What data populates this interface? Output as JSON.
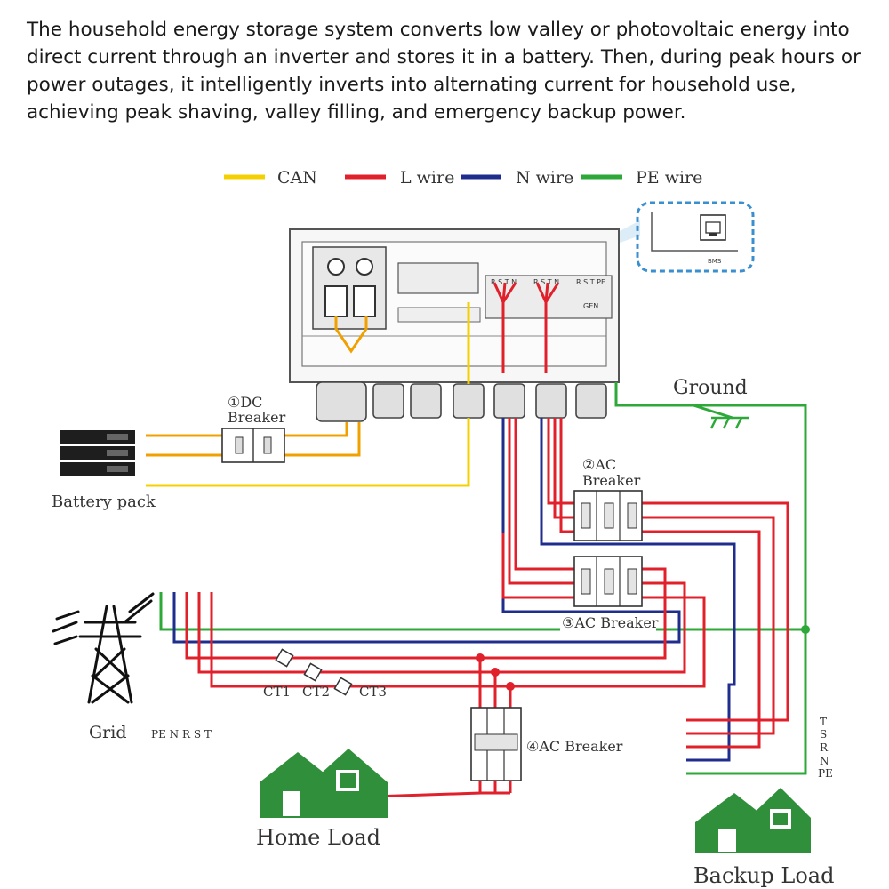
{
  "intro_text": "The household energy storage system converts low valley or photovoltaic energy into direct current through an inverter and stores it in a battery. Then, during peak hours or power outages, it intelligently inverts into alternating current for household use, achieving peak shaving, valley filling, and emergency backup power.",
  "legend": [
    {
      "label": "CAN",
      "color": "#f5d000"
    },
    {
      "label": "L wire",
      "color": "#e0202a"
    },
    {
      "label": "N wire",
      "color": "#1f2e8c"
    },
    {
      "label": "PE wire",
      "color": "#2fa83a"
    }
  ],
  "colors": {
    "dc": "#f0a000",
    "can": "#f5d000",
    "l": "#e0202a",
    "n": "#1f2e8c",
    "pe": "#2fa83a",
    "house": "#2f8f3a"
  },
  "inverter": {
    "bms_label": "BMS",
    "terminal_labels": [
      "R S T N",
      "R S T N",
      "R S T PE"
    ],
    "gen_label": "GEN"
  },
  "labels": {
    "dc_breaker": [
      "①DC",
      "Breaker"
    ],
    "ac_breaker_2": [
      "②AC",
      "Breaker"
    ],
    "ac_breaker_3": "③AC Breaker",
    "ac_breaker_4": "④AC Breaker",
    "ground": "Ground",
    "battery_pack": "Battery pack",
    "grid": "Grid",
    "grid_phases": "PE N R S T",
    "ct": [
      "CT1",
      "CT2",
      "CT3"
    ],
    "backup_phases": [
      "T",
      "S",
      "R",
      "N",
      "PE"
    ],
    "home_load": "Home Load",
    "backup_load": "Backup Load"
  },
  "icons": [
    "battery-pack-icon",
    "transmission-tower-icon",
    "ground-symbol-icon",
    "house-icon",
    "breaker-icon",
    "current-transformer-icon",
    "rj45-port-icon"
  ]
}
